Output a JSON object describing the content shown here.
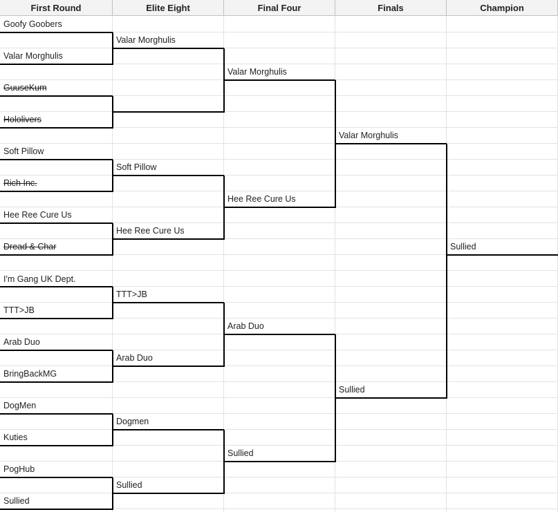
{
  "headers": [
    "First Round",
    "Elite Eight",
    "Final Four",
    "Finals",
    "Champion"
  ],
  "first_round": [
    {
      "name": "Goofy Goobers",
      "eliminated": false
    },
    {
      "name": "Valar Morghulis",
      "eliminated": false
    },
    {
      "name": "GuuseKum",
      "eliminated": true
    },
    {
      "name": "Hololivers",
      "eliminated": true
    },
    {
      "name": "Soft Pillow",
      "eliminated": false
    },
    {
      "name": "Rich Inc.",
      "eliminated": true
    },
    {
      "name": "Hee Ree Cure Us",
      "eliminated": false
    },
    {
      "name": "Dread & Char",
      "eliminated": true
    },
    {
      "name": "I'm Gang UK Dept.",
      "eliminated": false
    },
    {
      "name": "TTT>JB",
      "eliminated": false
    },
    {
      "name": "Arab Duo",
      "eliminated": false
    },
    {
      "name": "BringBackMG",
      "eliminated": false
    },
    {
      "name": "DogMen",
      "eliminated": false
    },
    {
      "name": "Kuties",
      "eliminated": false
    },
    {
      "name": "PogHub",
      "eliminated": false
    },
    {
      "name": "Sullied",
      "eliminated": false
    }
  ],
  "elite_eight": [
    "Valar Morghulis",
    "Soft Pillow",
    "Hee Ree Cure Us",
    "TTT>JB",
    "Arab Duo",
    "Dogmen",
    "Sullied"
  ],
  "final_four": [
    "Valar Morghulis",
    "Hee Ree Cure Us",
    "Arab Duo",
    "Sullied"
  ],
  "finals": [
    "Valar Morghulis",
    "Sullied"
  ],
  "champion": "Sullied"
}
